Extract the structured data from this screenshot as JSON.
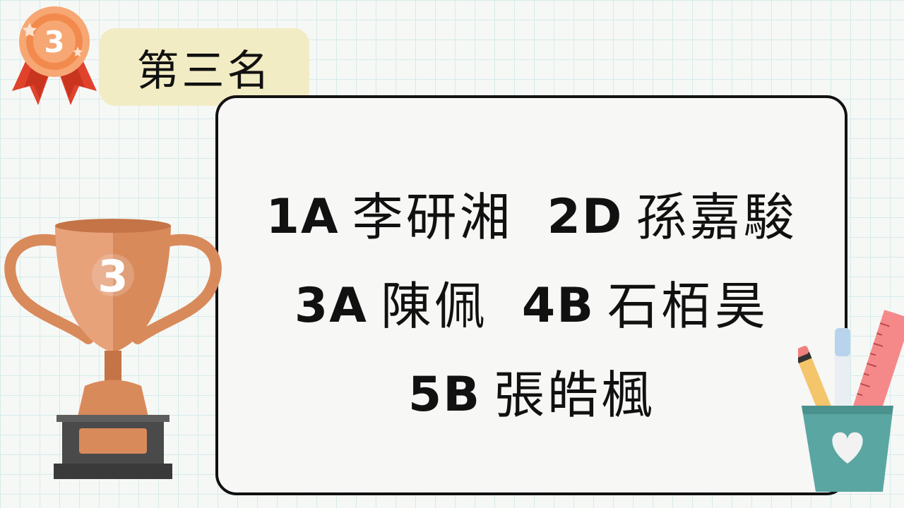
{
  "title": "第三名",
  "medal_number": "3",
  "trophy_number": "3",
  "winners": [
    [
      {
        "cls": "1A",
        "name": "李研湘"
      },
      {
        "cls": "2D",
        "name": "孫嘉駿"
      }
    ],
    [
      {
        "cls": "3A",
        "name": "陳佩"
      },
      {
        "cls": "4B",
        "name": "石栢昊"
      }
    ],
    [
      {
        "cls": "5B",
        "name": "張皓楓"
      }
    ]
  ],
  "colors": {
    "title_bg": "#f2ecc4",
    "medal_orange": "#f28a4e",
    "ribbon_red": "#e0422c",
    "trophy_bronze": "#d98a5b",
    "cup_teal": "#5aa6a2",
    "card_border": "#111111"
  }
}
